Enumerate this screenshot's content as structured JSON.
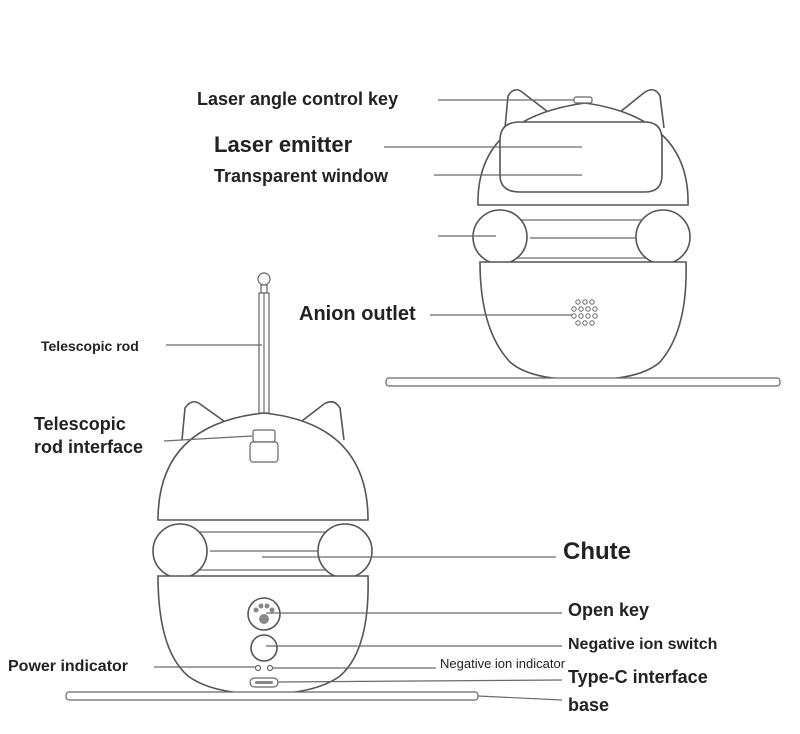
{
  "labels": {
    "laser_angle_control_key": "Laser angle control key",
    "laser_emitter": "Laser emitter",
    "transparent_window": "Transparent window",
    "anion_outlet": "Anion outlet",
    "telescopic_rod": "Telescopic rod",
    "telescopic_rod_interface_line1": "Telescopic",
    "telescopic_rod_interface_line2": "rod interface",
    "chute": "Chute",
    "open_key": "Open key",
    "negative_ion_switch": "Negative ion switch",
    "power_indicator": "Power indicator",
    "negative_ion_indicator": "Negative ion indicator",
    "type_c_interface": "Type-C interface",
    "base": "base"
  }
}
